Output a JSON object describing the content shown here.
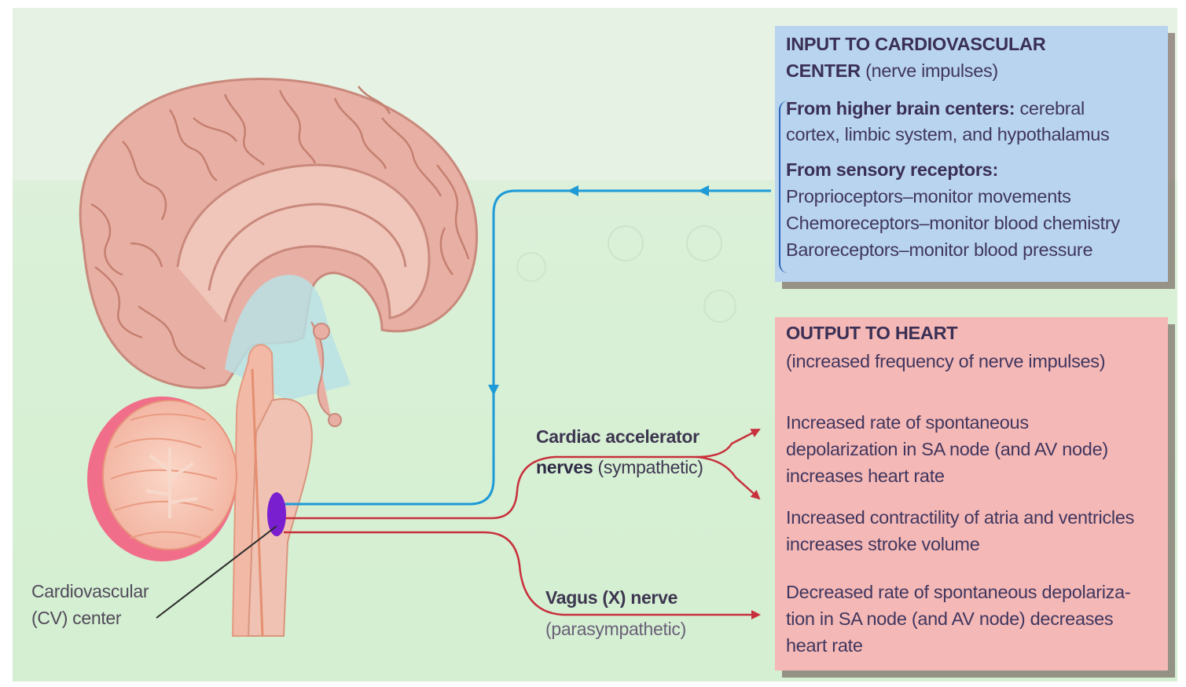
{
  "input_box": {
    "title_line1": "INPUT TO CARDIOVASCULAR",
    "title_line2_bold": "CENTER",
    "title_line2_rest": "(nerve impulses)",
    "higher_heading": "From higher brain centers:",
    "higher_text1": "cerebral",
    "higher_text2": "cortex, limbic system, and hypothalamus",
    "sensory_heading": "From sensory receptors:",
    "receptors": [
      "Proprioceptors–monitor movements",
      "Chemoreceptors–monitor blood chemistry",
      "Baroreceptors–monitor blood pressure"
    ]
  },
  "output_box": {
    "title": "OUTPUT TO HEART",
    "subtitle": "(increased frequency of nerve impulses)",
    "effect1": [
      "Increased rate of spontaneous",
      "depolarization in SA node (and AV node)",
      "increases heart rate"
    ],
    "effect2": [
      "Increased contractility of atria and ventricles",
      "increases stroke volume"
    ],
    "effect3": [
      "Decreased rate of spontaneous depolariza-",
      "tion in SA node (and AV node) decreases",
      "heart rate"
    ]
  },
  "labels": {
    "cardiac_accelerator_bold1": "Cardiac accelerator",
    "cardiac_accelerator_bold2": "nerves",
    "cardiac_accelerator_rest": "(sympathetic)",
    "vagus_bold": "Vagus (X) nerve",
    "vagus_rest": "(parasympathetic)",
    "cv_center_line1": "Cardiovascular",
    "cv_center_line2": "(CV) center"
  },
  "colors": {
    "input_box": "#b9d4ef",
    "output_box": "#f4b8b6",
    "input_pathway": "#1e9ad6",
    "output_pathway": "#c8303c",
    "cv_center": "#7a1fd0",
    "brain": "#e8b0a4"
  }
}
